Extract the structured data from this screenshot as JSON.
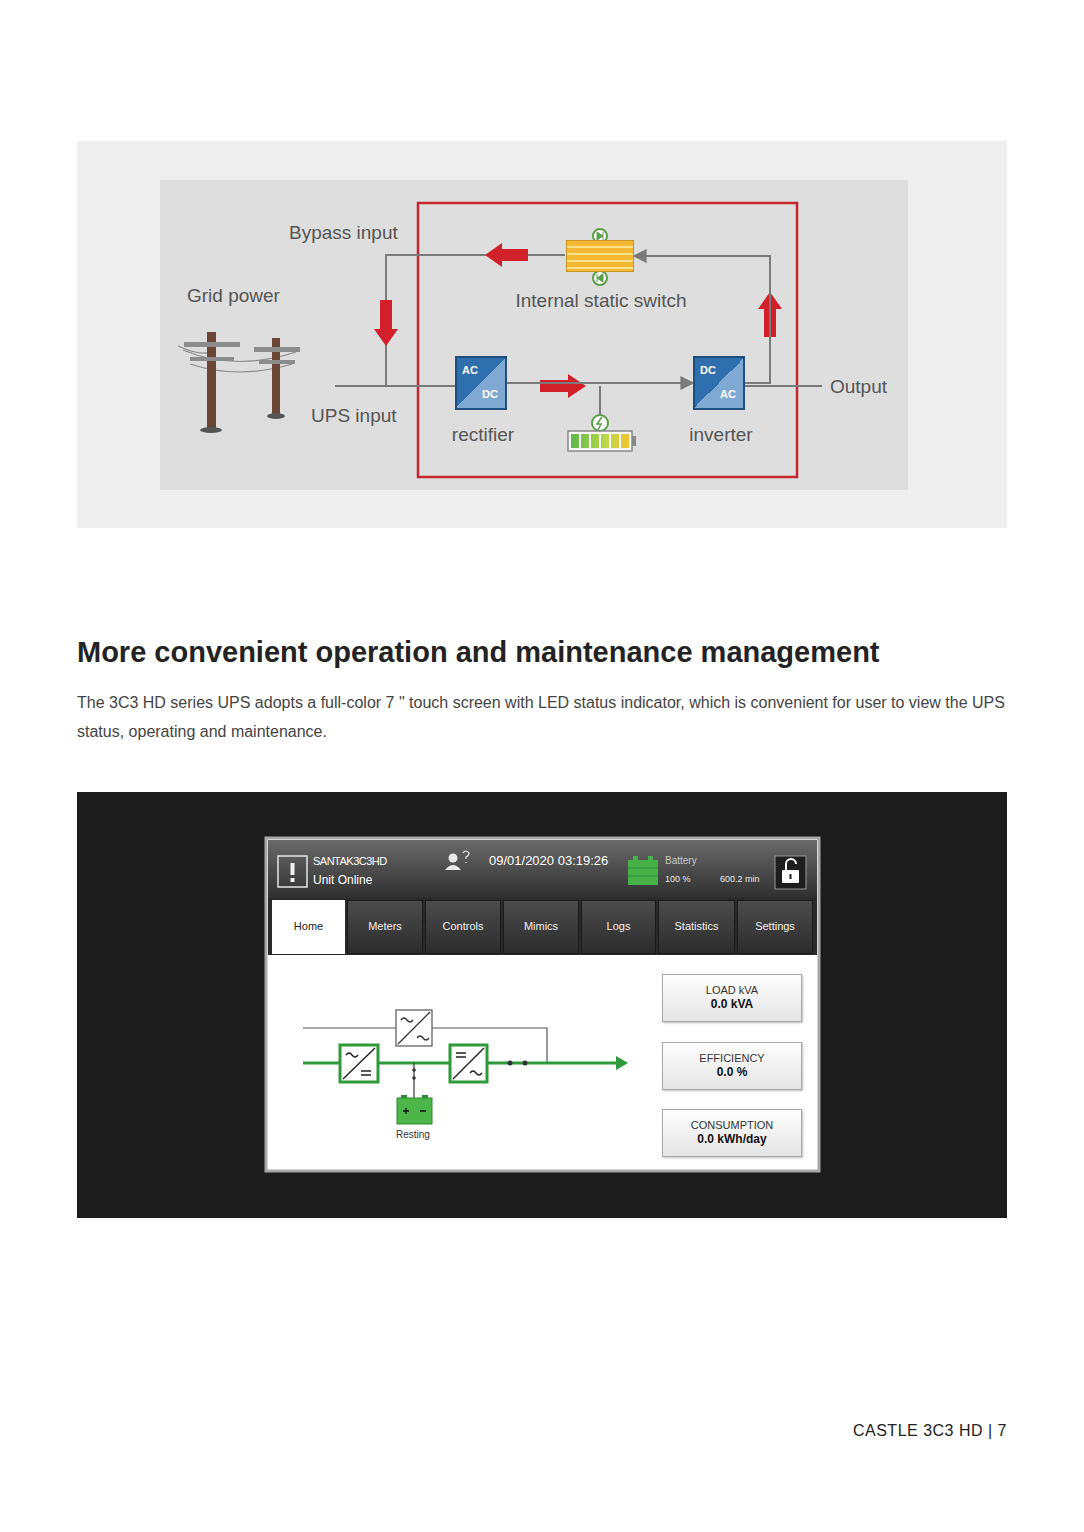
{
  "diagram": {
    "title": "More convenient operation and maintenance management",
    "nodes": [
      {
        "text": [
          "Internal static switch"
        ]
      },
      {
        "text": [
          "AC",
          "DC",
          "rectifier"
        ]
      },
      {
        "text": [
          "DC",
          "AC",
          "inverter"
        ]
      },
      {
        "text": [
          "Home"
        ]
      },
      {
        "text": [
          "Meters"
        ]
      },
      {
        "text": [
          "Controls"
        ]
      },
      {
        "text": [
          "Mimics"
        ]
      },
      {
        "text": [
          "Logs"
        ]
      },
      {
        "text": [
          "Statistics"
        ]
      },
      {
        "text": [
          "Settings"
        ]
      },
      {
        "text": [
          "LOAD kVA",
          "0.0 kVA"
        ]
      },
      {
        "text": [
          "EFFICIENCY",
          "0.0 %"
        ]
      },
      {
        "text": [
          "CONSUMPTION",
          "0.0 kWh/day"
        ]
      }
    ],
    "edges": [
      {
        "from": 1,
        "to": 2,
        "arrow": "to"
      },
      {
        "from": 2,
        "to": 0,
        "arrow": "to"
      }
    ],
    "labels": [
      "Bypass input",
      "Grid power",
      "UPS input",
      "Output",
      "The 3C3 HD series UPS adopts a full-color 7 \" touch screen with LED status indicator, which is convenient for user to view the UPS status, operating and maintenance.",
      "SANTAK3C3HD",
      "Unit Online",
      "09/01/2020 03:19:26",
      "Battery",
      "100 %",
      "600.2 min",
      "Resting",
      "CASTLE 3C3 HD | 7"
    ]
  }
}
